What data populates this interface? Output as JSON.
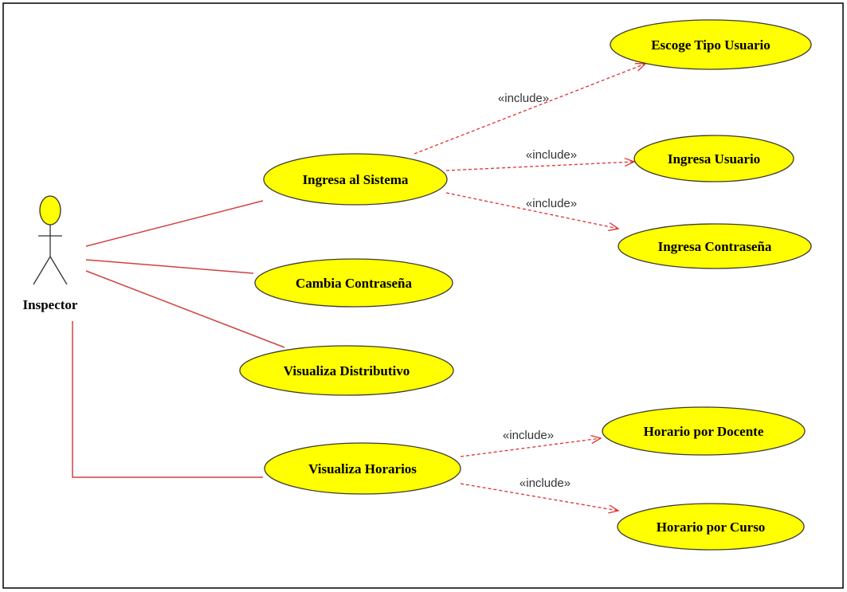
{
  "colors": {
    "usecase_fill": "#ffff00",
    "usecase_stroke": "#3a3a3a",
    "association": "#d04040",
    "include": "#e03030",
    "actor_head": "#ffff00"
  },
  "actor": {
    "name": "Inspector"
  },
  "use_cases": {
    "ingresa_sistema": "Ingresa al Sistema",
    "cambia_contrasena": "Cambia Contraseña",
    "visualiza_distributivo": "Visualiza Distributivo",
    "visualiza_horarios": "Visualiza Horarios",
    "escoge_tipo_usuario": "Escoge Tipo Usuario",
    "ingresa_usuario": "Ingresa Usuario",
    "ingresa_contrasena": "Ingresa Contraseña",
    "horario_docente": "Horario por Docente",
    "horario_curso": "Horario por Curso"
  },
  "stereotype": "«include»"
}
